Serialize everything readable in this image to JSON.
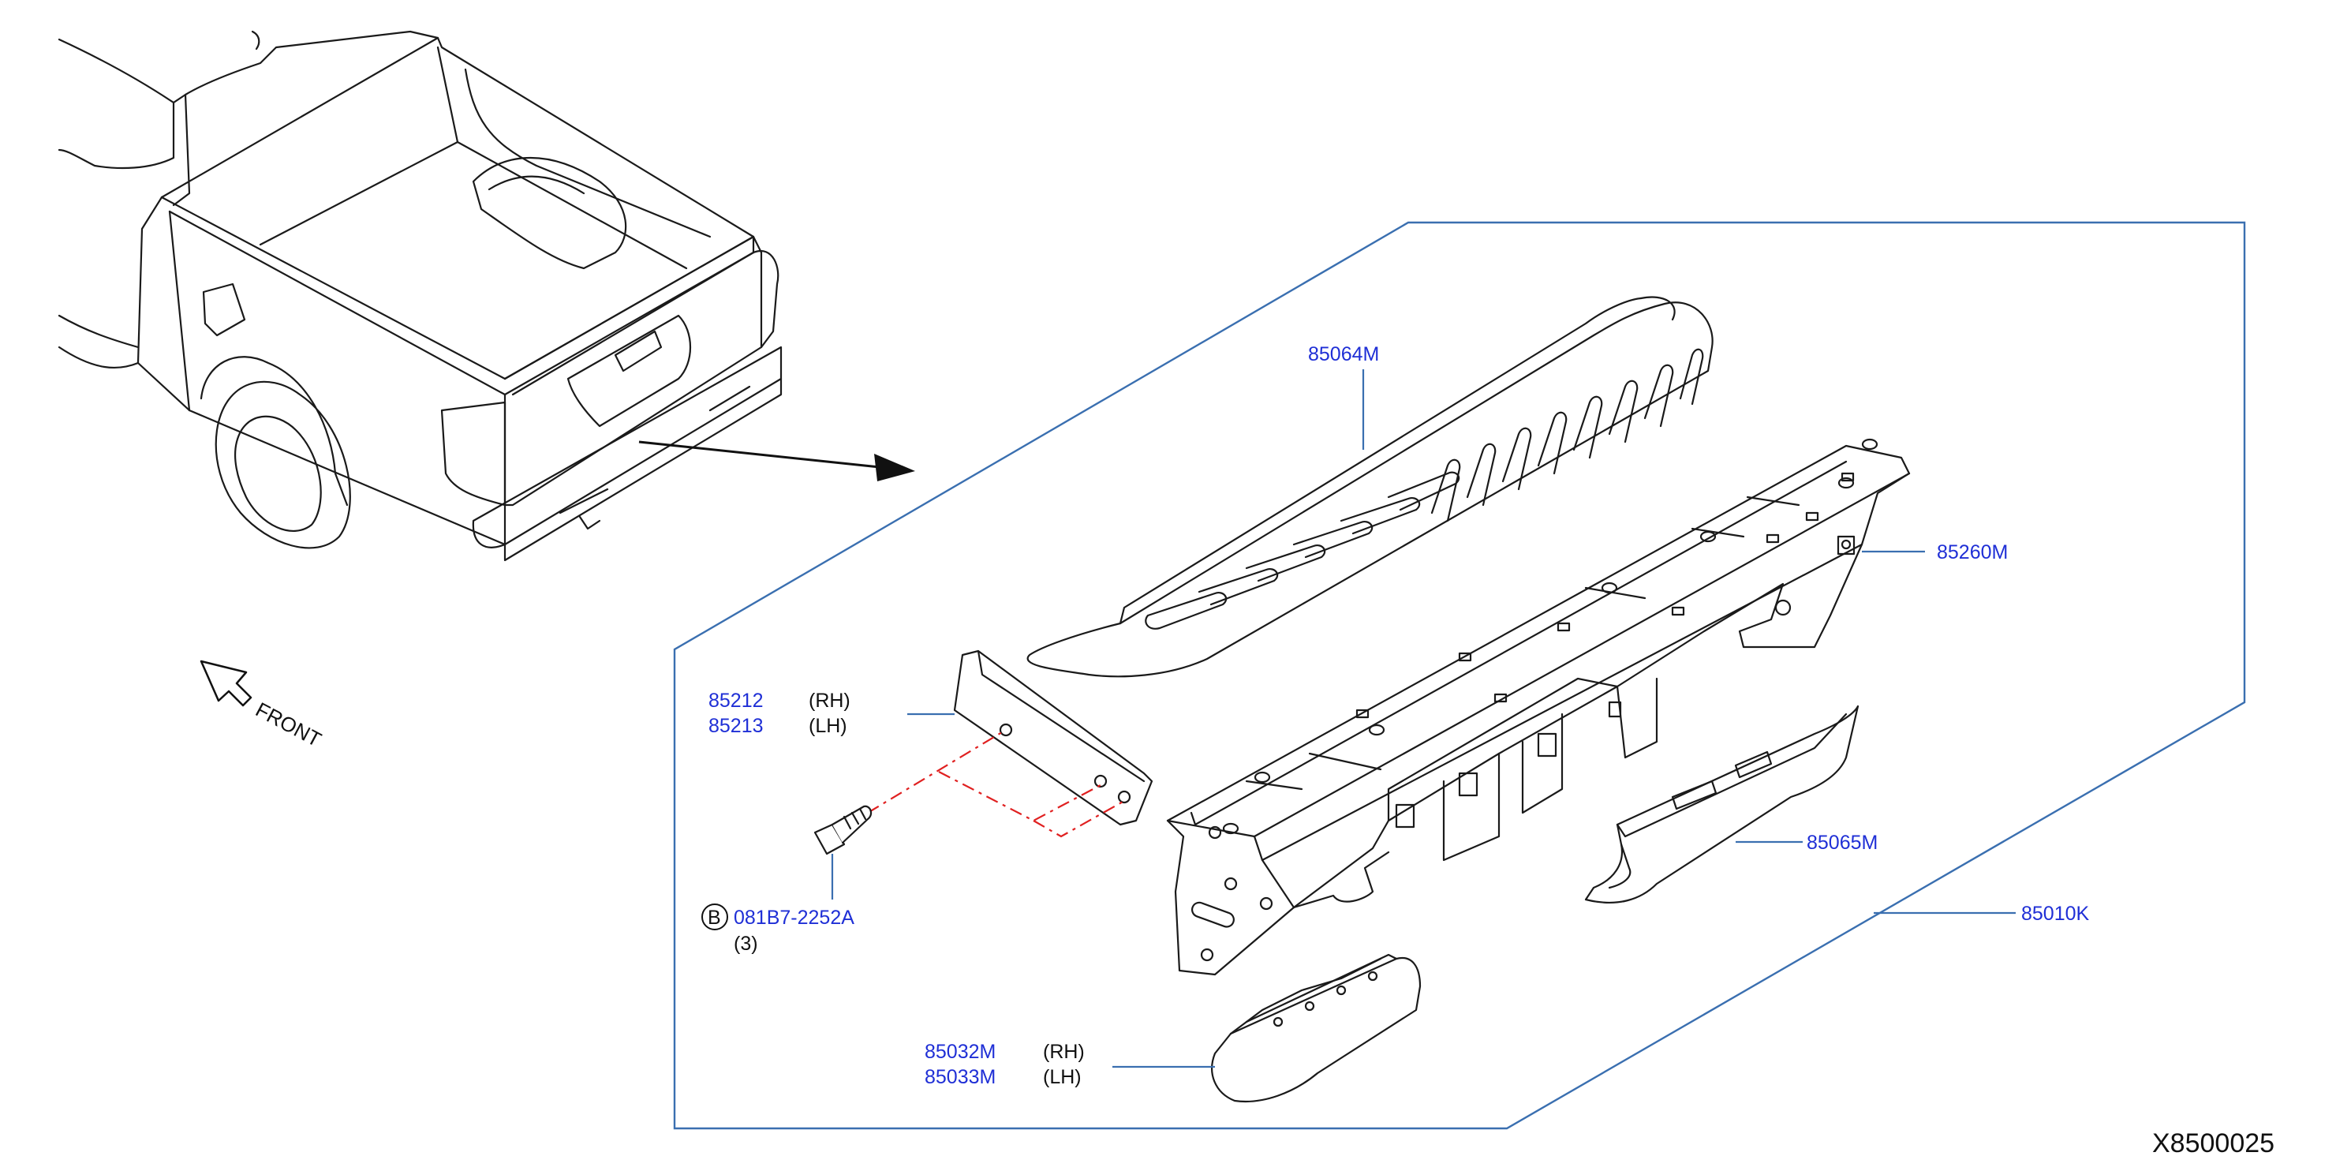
{
  "direction_label": "FRONT",
  "figure_ref": "X8500025",
  "parts": {
    "step_pad": {
      "number": "85064M"
    },
    "bracket_right": {
      "number": "85260M"
    },
    "bracket_side": {
      "number_rh": "85212",
      "side_rh": "(RH)",
      "number_lh": "85213",
      "side_lh": "(LH)"
    },
    "bolt": {
      "circle_letter": "B",
      "number": "081B7-2252A",
      "qty": "(3)"
    },
    "end_cap": {
      "number_rh": "85032M",
      "side_rh": "(RH)",
      "number_lh": "85033M",
      "side_lh": "(LH)"
    },
    "lower_cover": {
      "number": "85065M"
    },
    "bumper_assembly": {
      "number": "85010K"
    }
  },
  "colors": {
    "part_number": "#1f2fd6",
    "leader": "#3a6fb0",
    "dash": "#e02020",
    "line": "#1a1a1a"
  }
}
